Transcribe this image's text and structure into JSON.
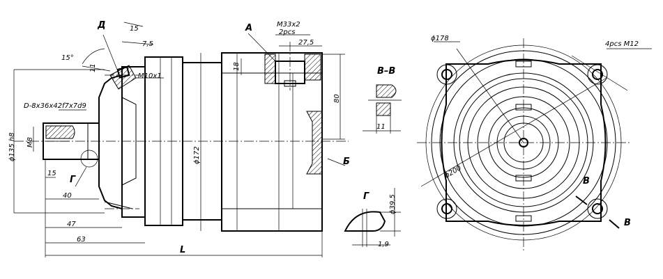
{
  "side_view": {
    "section_labels": {
      "A": "А",
      "D": "Д",
      "B": "Б",
      "G": "Г"
    },
    "dims": {
      "d15": "15",
      "d7_5": "7,5",
      "angle15": "15°",
      "d11_top": "11",
      "m10": "M10x1",
      "m33": "M33x2",
      "m33_count": "2pcs",
      "d27_5": "27,5",
      "d18": "18",
      "d80": "80",
      "spline": "D-8x36x42f7x7d9",
      "dia135": "ϕ135 h8",
      "m8": "M8",
      "d15_shaft": "15",
      "d40": "40",
      "d47": "47",
      "d63": "63",
      "L": "L",
      "dia172": "ϕ172"
    }
  },
  "section_vv": {
    "title": "В–В",
    "dim11": "11"
  },
  "section_g": {
    "title": "Г",
    "dia39_5": "ϕ39,5",
    "d1_9": "1,9"
  },
  "front_view": {
    "dia178": "ϕ178",
    "holes": "4pcs M12",
    "dia200": "ϕ200",
    "cut_label_1": "В",
    "cut_label_2": "В"
  }
}
